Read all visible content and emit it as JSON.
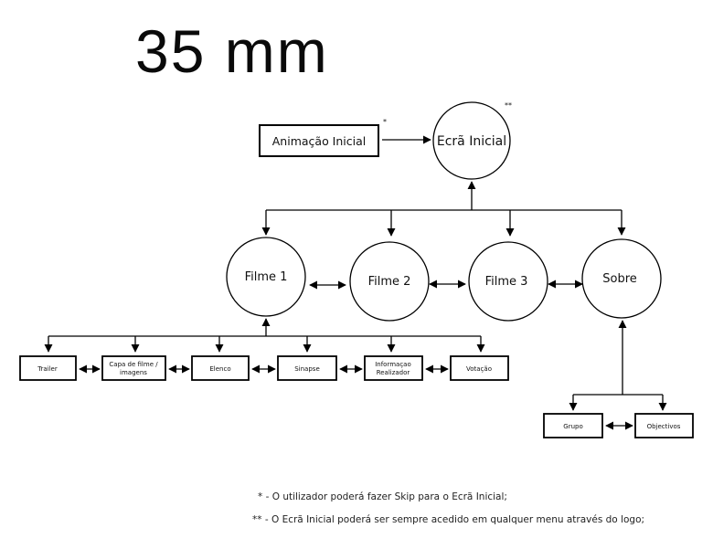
{
  "title": "35 mm",
  "nodes": {
    "intro": "Animação Inicial",
    "home": "Ecrã Inicial",
    "filme1": "Filme 1",
    "filme2": "Filme 2",
    "filme3": "Filme 3",
    "sobre": "Sobre",
    "trailer": "Trailer",
    "capa_l1": "Capa de filme /",
    "capa_l2": "imagens",
    "elenco": "Elenco",
    "sinopse": "Sinapse",
    "info_l1": "Informaçao",
    "info_l2": "Realizador",
    "votacao": "Votação",
    "grupo": "Grupo",
    "objectivos": "Objectivos"
  },
  "markers": {
    "single": "*",
    "double": "**"
  },
  "notes": [
    "* - O utilizador poderá fazer Skip para o Ecrã Inicial;",
    "** - O Ecrã Inicial poderá ser sempre acedido em qualquer menu através do logo;"
  ]
}
